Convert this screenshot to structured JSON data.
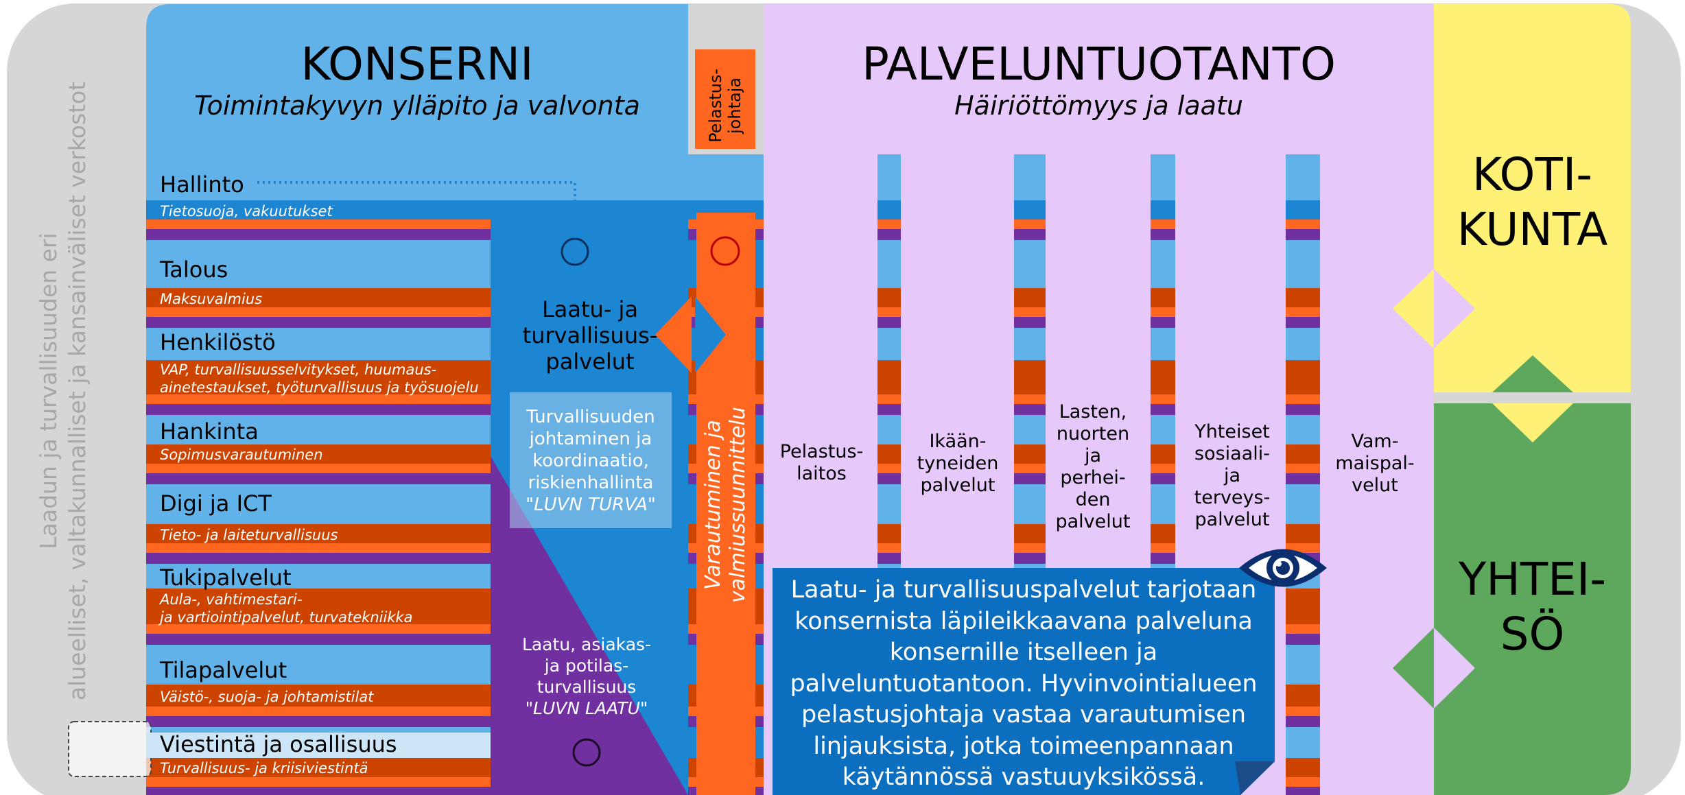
{
  "side_label": {
    "line1": "Laadun ja turvallisuuden eri",
    "line2": "alueelliset, valtakunnalliset ja kansainväliset verkostot"
  },
  "konserni": {
    "title": "KONSERNI",
    "subtitle": "Toimintakyvyn ylläpito ja valvonta"
  },
  "pelastusjohtaja": {
    "line1": "Pelastus-",
    "line2": "johtaja"
  },
  "palvelutuotanto": {
    "title": "PALVELUNTUOTANTO",
    "subtitle": "Häiriöttömyys ja laatu"
  },
  "kotikunta": {
    "line1": "KOTI-",
    "line2": "KUNTA"
  },
  "yhteiso": {
    "line1": "YHTEI-",
    "line2": "SÖ"
  },
  "functions": [
    {
      "name": "Hallinto",
      "detail": [
        "Tietosuoja, vakuutukset"
      ]
    },
    {
      "name": "Talous",
      "detail": [
        "Maksuvalmius"
      ]
    },
    {
      "name": "Henkilöstö",
      "detail": [
        "VAP, turvallisuusselvitykset, huumaus-",
        "ainetestaukset, työturvallisuus ja työsuojelu"
      ]
    },
    {
      "name": "Hankinta",
      "detail": [
        "Sopimusvarautuminen"
      ]
    },
    {
      "name": "Digi ja ICT",
      "detail": [
        "Tieto- ja laiteturvallisuus"
      ]
    },
    {
      "name": "Tukipalvelut",
      "detail": [
        "Aula-, vahtimestari-",
        "ja vartiointipalvelut, turvatekniikka"
      ]
    },
    {
      "name": "Tilapalvelut",
      "detail": [
        "Väistö-, suoja- ja johtamistilat"
      ]
    },
    {
      "name": "Viestintä ja osallisuus",
      "detail": [
        "Turvallisuus- ja kriisiviestintä"
      ]
    }
  ],
  "laatu_turvallisuus": {
    "line1": "Laatu- ja",
    "line2": "turvallisuus-",
    "line3": "palvelut"
  },
  "luvn_turva": {
    "line1": "Turvallisuuden",
    "line2": "johtaminen ja",
    "line3": "koordinaatio,",
    "line4": "riskienhallinta",
    "line5": "\"LUVN TURVA\""
  },
  "luvn_laatu": {
    "line1": "Laatu, asiakas-",
    "line2": "ja potilas-",
    "line3": "turvallisuus",
    "line4": "\"LUVN LAATU\""
  },
  "varautuminen": {
    "line1": "Varautuminen ja",
    "line2": "valmiussuunnittelu"
  },
  "services": [
    {
      "lines": [
        "Pelastus-",
        "laitos"
      ]
    },
    {
      "lines": [
        "Ikään-",
        "tyneiden",
        "palvelut"
      ]
    },
    {
      "lines": [
        "Lasten,",
        "nuorten",
        "ja",
        "perhei-",
        "den",
        "palvelut"
      ]
    },
    {
      "lines": [
        "Yhteiset",
        "sosiaali-",
        "ja",
        "terveys-",
        "palvelut"
      ]
    },
    {
      "lines": [
        "Vam-",
        "maispal-",
        "velut"
      ]
    }
  ],
  "info_box": {
    "lines": [
      "Laatu- ja turvallisuuspalvelut tarjotaan",
      "konsernista läpileikkaavana palveluna",
      "konsernille itselleen ja",
      "palveluntuotantoon. Hyvinvointialueen",
      "pelastusjohtaja vastaa varautumisen",
      "linjauksista, jotka toimeenpannaan",
      "käytännössä vastuuyksikössä."
    ]
  },
  "icons": {
    "eye": "eye-icon"
  },
  "colors": {
    "konserni_blue": "#62b2ea",
    "dark_blue": "#1c86d3",
    "orange": "#ff6620",
    "dark_orange": "#cc4400",
    "purple": "#7030a0",
    "lavender": "#e6c9fa",
    "yellow": "#fff176",
    "green": "#5da85c",
    "info_blue": "#0b6ebf",
    "grey": "#d6d6d6"
  }
}
